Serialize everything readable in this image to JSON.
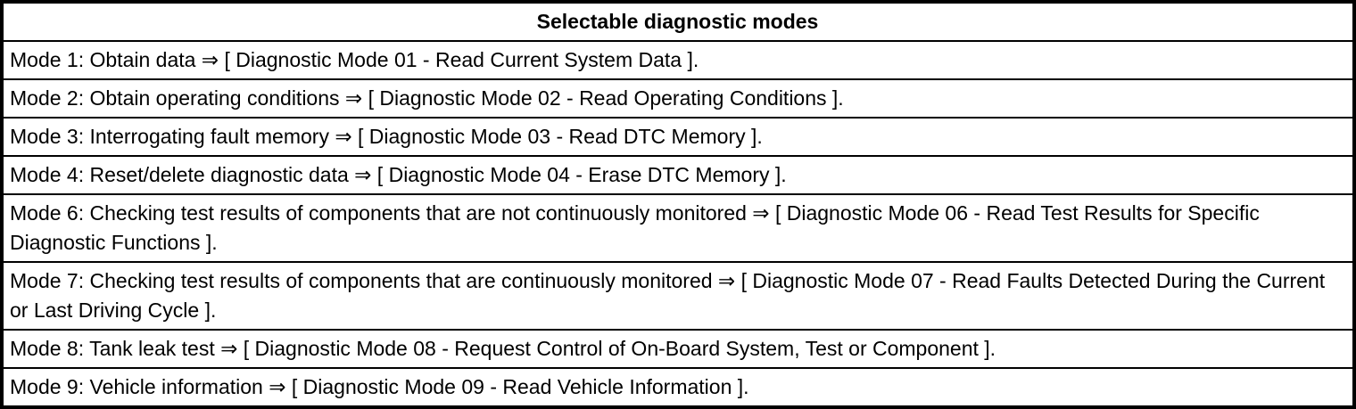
{
  "table": {
    "title": "Selectable diagnostic modes",
    "rows": [
      "Mode 1: Obtain data ⇒ [ Diagnostic Mode 01 - Read Current System Data ].",
      "Mode 2: Obtain operating conditions ⇒ [ Diagnostic Mode 02 - Read Operating Conditions ].",
      "Mode 3: Interrogating fault memory ⇒ [ Diagnostic Mode 03 - Read DTC Memory ].",
      "Mode 4: Reset/delete diagnostic data ⇒ [ Diagnostic Mode 04 - Erase DTC Memory ].",
      "Mode 6: Checking test results of components that are not continuously monitored ⇒ [ Diagnostic Mode 06 - Read Test Results for Specific Diagnostic Functions ].",
      "Mode 7: Checking test results of components that are continuously monitored ⇒ [ Diagnostic Mode 07 - Read Faults Detected During the Current or Last Driving Cycle ].",
      "Mode 8: Tank leak test ⇒ [ Diagnostic Mode 08 - Request Control of On-Board System, Test or Component ].",
      "Mode 9: Vehicle information ⇒ [ Diagnostic Mode 09 - Read Vehicle Information ]."
    ]
  },
  "colors": {
    "border": "#000000",
    "background": "#ffffff",
    "text": "#000000"
  }
}
